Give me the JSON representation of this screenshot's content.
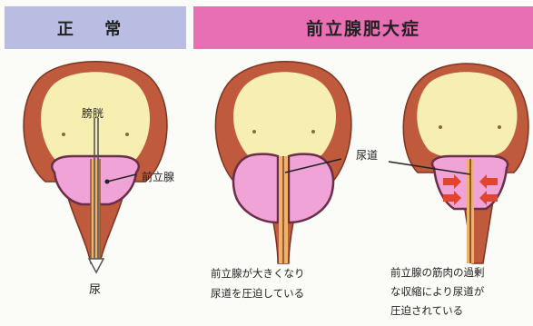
{
  "headers": {
    "normal": "正 常",
    "bph": "前立腺肥大症"
  },
  "labels": {
    "bladder": "膀胱",
    "prostate": "前立腺",
    "urine": "尿",
    "urethra": "尿道"
  },
  "captions": {
    "enlarged": [
      "前立腺が大きくなり",
      "尿道を圧迫している"
    ],
    "contraction": [
      "前立腺の筋肉の過剰",
      "な収縮により尿道が",
      "圧迫されている"
    ]
  },
  "colors": {
    "bladder_wall": "#c05a3c",
    "bladder_fill": "#f7efb2",
    "prostate": "#f0a3d6",
    "prostate_stroke": "#6a2e48",
    "urethra": "#f2b06a",
    "header_normal": "#b9bde2",
    "header_bph": "#e86fb4",
    "arrow_red": "#e2442e"
  }
}
